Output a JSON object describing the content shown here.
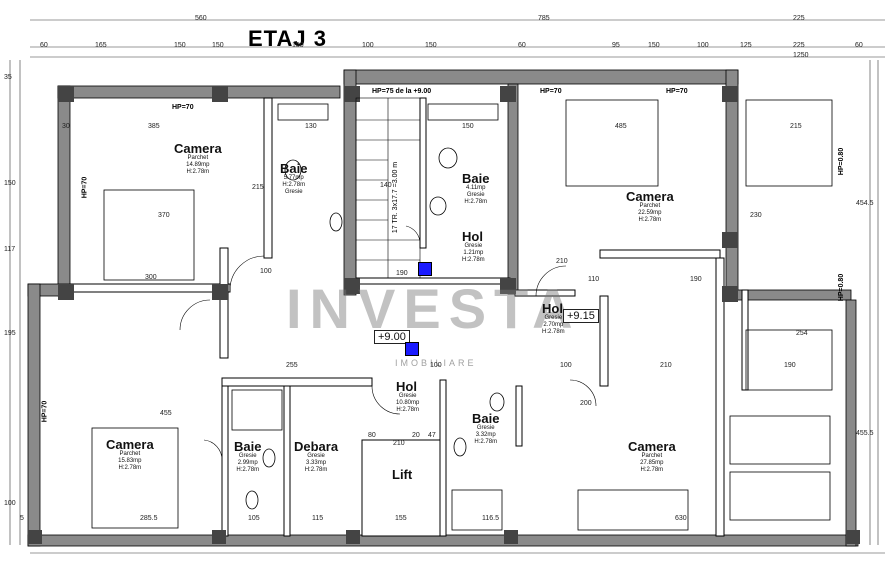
{
  "title": "ETAJ 3",
  "watermark": {
    "brand": "INVESTA",
    "tagline": "IMOBILIARE"
  },
  "elevations": [
    "+9.00",
    "+9.15"
  ],
  "wall_notes": {
    "hp70_a": "HP=70",
    "hp70_b": "HP=70",
    "hp70_c": "HP=70",
    "hp70_d": "HP=70",
    "hp75": "HP=75 de la +9.00",
    "hp080_a": "HP=0.80",
    "hp080_b": "HP=0.80",
    "hp70_e": "HP=70"
  },
  "rooms": [
    {
      "name": "Camera",
      "floor": "Parchet",
      "area": "14.89mp",
      "height": "H:2.78m"
    },
    {
      "name": "Baie",
      "floor": "5.77mp",
      "area": "H:2.78m",
      "height": "Gresie"
    },
    {
      "name": "Baie",
      "floor": "4.11mp",
      "area": "Gresie",
      "height": "H:2.78m"
    },
    {
      "name": "Hol",
      "floor": "Gresie",
      "area": "1.21mp",
      "height": "H:2.78m"
    },
    {
      "name": "Camera",
      "floor": "Parchet",
      "area": "22.59mp",
      "height": "H:2.78m"
    },
    {
      "name": "Hol",
      "floor": "Gresie",
      "area": "2.70mp",
      "height": "H:2.78m"
    },
    {
      "name": "Camera",
      "floor": "Parchet",
      "area": "15.83mp",
      "height": "H:2.78m"
    },
    {
      "name": "Baie",
      "floor": "Gresie",
      "area": "2.99mp",
      "height": "H:2.78m"
    },
    {
      "name": "Debara",
      "floor": "Gresie",
      "area": "3.33mp",
      "height": "H:2.78m"
    },
    {
      "name": "Hol",
      "floor": "Gresie",
      "area": "10.80mp",
      "height": "H:2.78m"
    },
    {
      "name": "Baie",
      "floor": "Gresie",
      "area": "3.32mp",
      "height": "H:2.78m"
    },
    {
      "name": "Camera",
      "floor": "Parchet",
      "area": "27.85mp",
      "height": "H:2.78m"
    },
    {
      "name": "Lift",
      "floor": "",
      "area": "",
      "height": ""
    }
  ],
  "stair_note": "17 TR. 3x17.7 =3.00 m",
  "dims_top": [
    "560",
    "785",
    "225",
    "60",
    "165",
    "150",
    "150",
    "150",
    "100",
    "150",
    "60",
    "95",
    "150",
    "100",
    "125",
    "225",
    "1250",
    "60"
  ],
  "dims_inner": [
    "385",
    "130",
    "150",
    "140",
    "485",
    "215",
    "370",
    "215",
    "300",
    "190",
    "110",
    "210",
    "255",
    "210",
    "190",
    "100",
    "100",
    "230",
    "200",
    "155",
    "116.5",
    "630",
    "285.5",
    "105",
    "115",
    "20",
    "47",
    "210",
    "80",
    "100",
    "190",
    "254",
    "454.5",
    "455.5",
    "455",
    "195",
    "117",
    "150",
    "100",
    "35",
    "30",
    "5"
  ]
}
